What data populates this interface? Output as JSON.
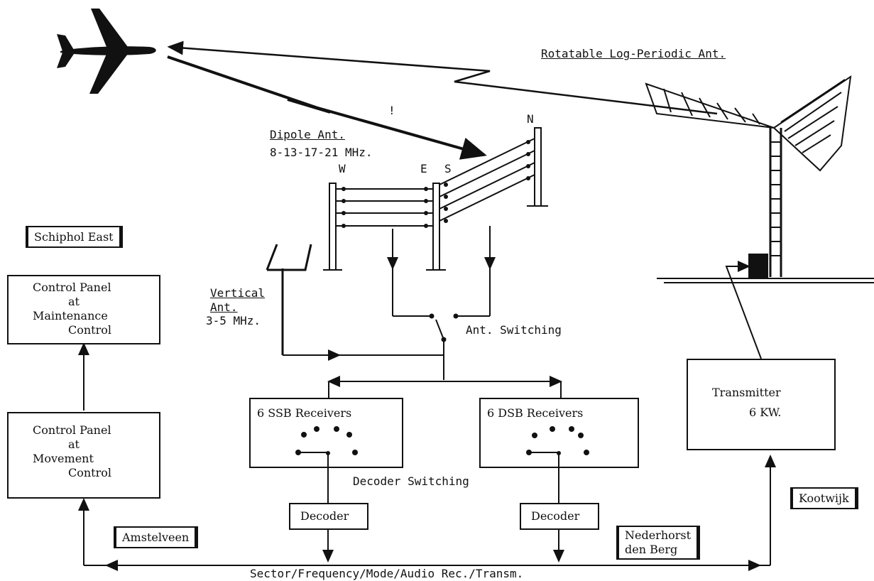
{
  "labels": {
    "rotatable_ant": "Rotatable Log-Periodic Ant.",
    "dipole_ant": "Dipole Ant.",
    "dipole_freq": "8-13-17-21 MHz.",
    "dir_w": "W",
    "dir_e": "E",
    "dir_s": "S",
    "dir_n": "N",
    "vertical_ant_1": "Vertical",
    "vertical_ant_2": "Ant.",
    "vertical_freq": "3-5 MHz.",
    "ant_switching": "Ant. Switching",
    "decoder_switching": "Decoder Switching",
    "bus_label": "Sector/Frequency/Mode/Audio Rec./Transm.",
    "exclamation": "!"
  },
  "locations": {
    "schiphol": "Schiphol East",
    "amstelveen": "Amstelveen",
    "nederhorst_1": "Nederhorst",
    "nederhorst_2": "den Berg",
    "kootwijk": "Kootwijk"
  },
  "boxes": {
    "maint_1": "Control Panel",
    "maint_2": "at",
    "maint_3": "Maintenance",
    "maint_4": "Control",
    "move_1": "Control Panel",
    "move_2": "at",
    "move_3": "Movement",
    "move_4": "Control",
    "ssb": "6 SSB Receivers",
    "dsb": "6 DSB Receivers",
    "decoder_left": "Decoder",
    "decoder_right": "Decoder",
    "transmitter_1": "Transmitter",
    "transmitter_2": "6 KW."
  }
}
